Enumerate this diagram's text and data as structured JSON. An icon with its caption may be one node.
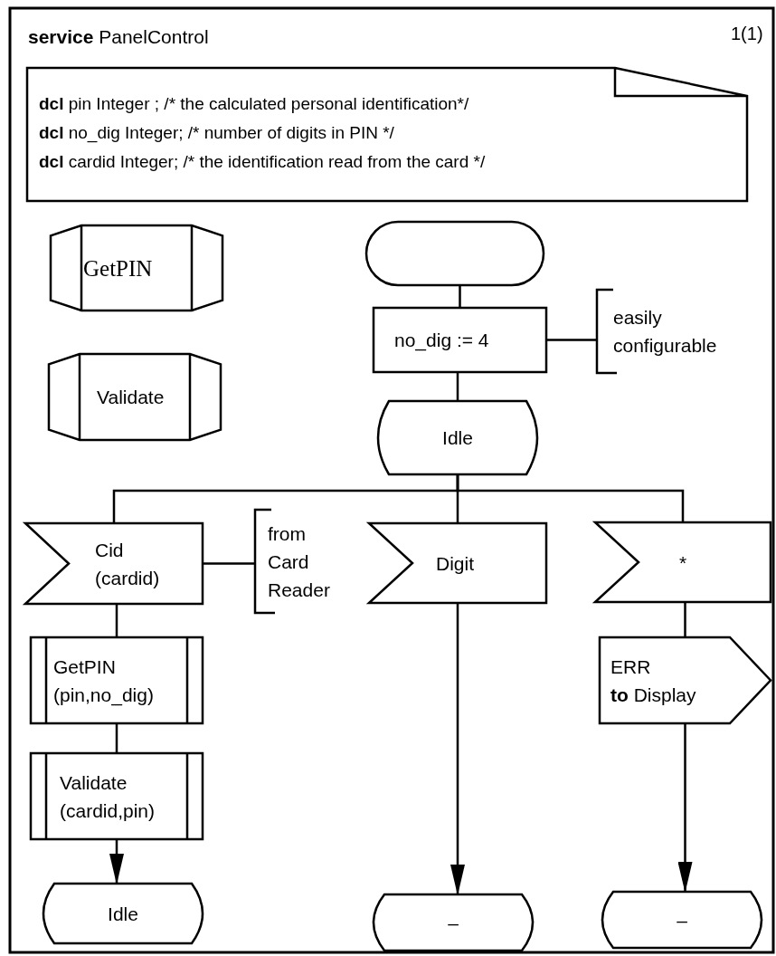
{
  "diagram": {
    "nodes": [
      {
        "text": [
          "**service** PanelControl"
        ]
      },
      {
        "text": [
          "**dcl** pin Integer ; /* the calculated personal identification*/",
          "**dcl** no_dig Integer; /* number of digits in PIN */",
          "**dcl** cardid Integer; /* the identification read from the card */"
        ],
        "in": 0
      },
      {
        "text": [
          "GetPIN"
        ],
        "in": 0
      },
      {
        "text": [
          "Validate"
        ],
        "in": 0
      },
      {
        "text": [],
        "shape": "stadium",
        "in": 0
      },
      {
        "text": [
          "no_dig := 4"
        ],
        "in": 0
      },
      {
        "text": [
          "easily configurable"
        ],
        "in": 0
      },
      {
        "text": [
          "Idle"
        ],
        "in": 0
      },
      {
        "text": [
          "Cid (cardid)"
        ],
        "in": 0
      },
      {
        "text": [
          "from Card Reader"
        ],
        "in": 0
      },
      {
        "text": [
          "Digit"
        ],
        "in": 0
      },
      {
        "text": [
          "*"
        ],
        "in": 0
      },
      {
        "text": [
          "GetPIN (pin,no_dig)"
        ],
        "in": 0
      },
      {
        "text": [
          "Validate (cardid,pin)"
        ],
        "in": 0
      },
      {
        "text": [
          "ERR",
          "**to** Display"
        ],
        "in": 0
      },
      {
        "text": [
          "Idle"
        ],
        "in": 0
      },
      {
        "text": [
          "–"
        ],
        "in": 0
      },
      {
        "text": [
          "–"
        ],
        "in": 0
      }
    ],
    "edges": [
      {
        "from": 4,
        "to": 5,
        "arrow": "none"
      },
      {
        "from": 5,
        "to": 6,
        "arrow": "none"
      },
      {
        "from": 5,
        "to": 7,
        "arrow": "none"
      },
      {
        "from": 7,
        "to": 8,
        "arrow": "none"
      },
      {
        "from": 7,
        "to": 10,
        "arrow": "none"
      },
      {
        "from": 7,
        "to": 11,
        "arrow": "none"
      },
      {
        "from": 8,
        "to": 9,
        "arrow": "none"
      },
      {
        "from": 8,
        "to": 12,
        "arrow": "none"
      },
      {
        "from": 12,
        "to": 13,
        "arrow": "none"
      },
      {
        "from": 13,
        "to": 15,
        "arrow": "to"
      },
      {
        "from": 10,
        "to": 16,
        "arrow": "to"
      },
      {
        "from": 11,
        "to": 14,
        "arrow": "none"
      },
      {
        "from": 14,
        "to": 17,
        "arrow": "to"
      }
    ],
    "labels": [
      "1(1)"
    ]
  }
}
